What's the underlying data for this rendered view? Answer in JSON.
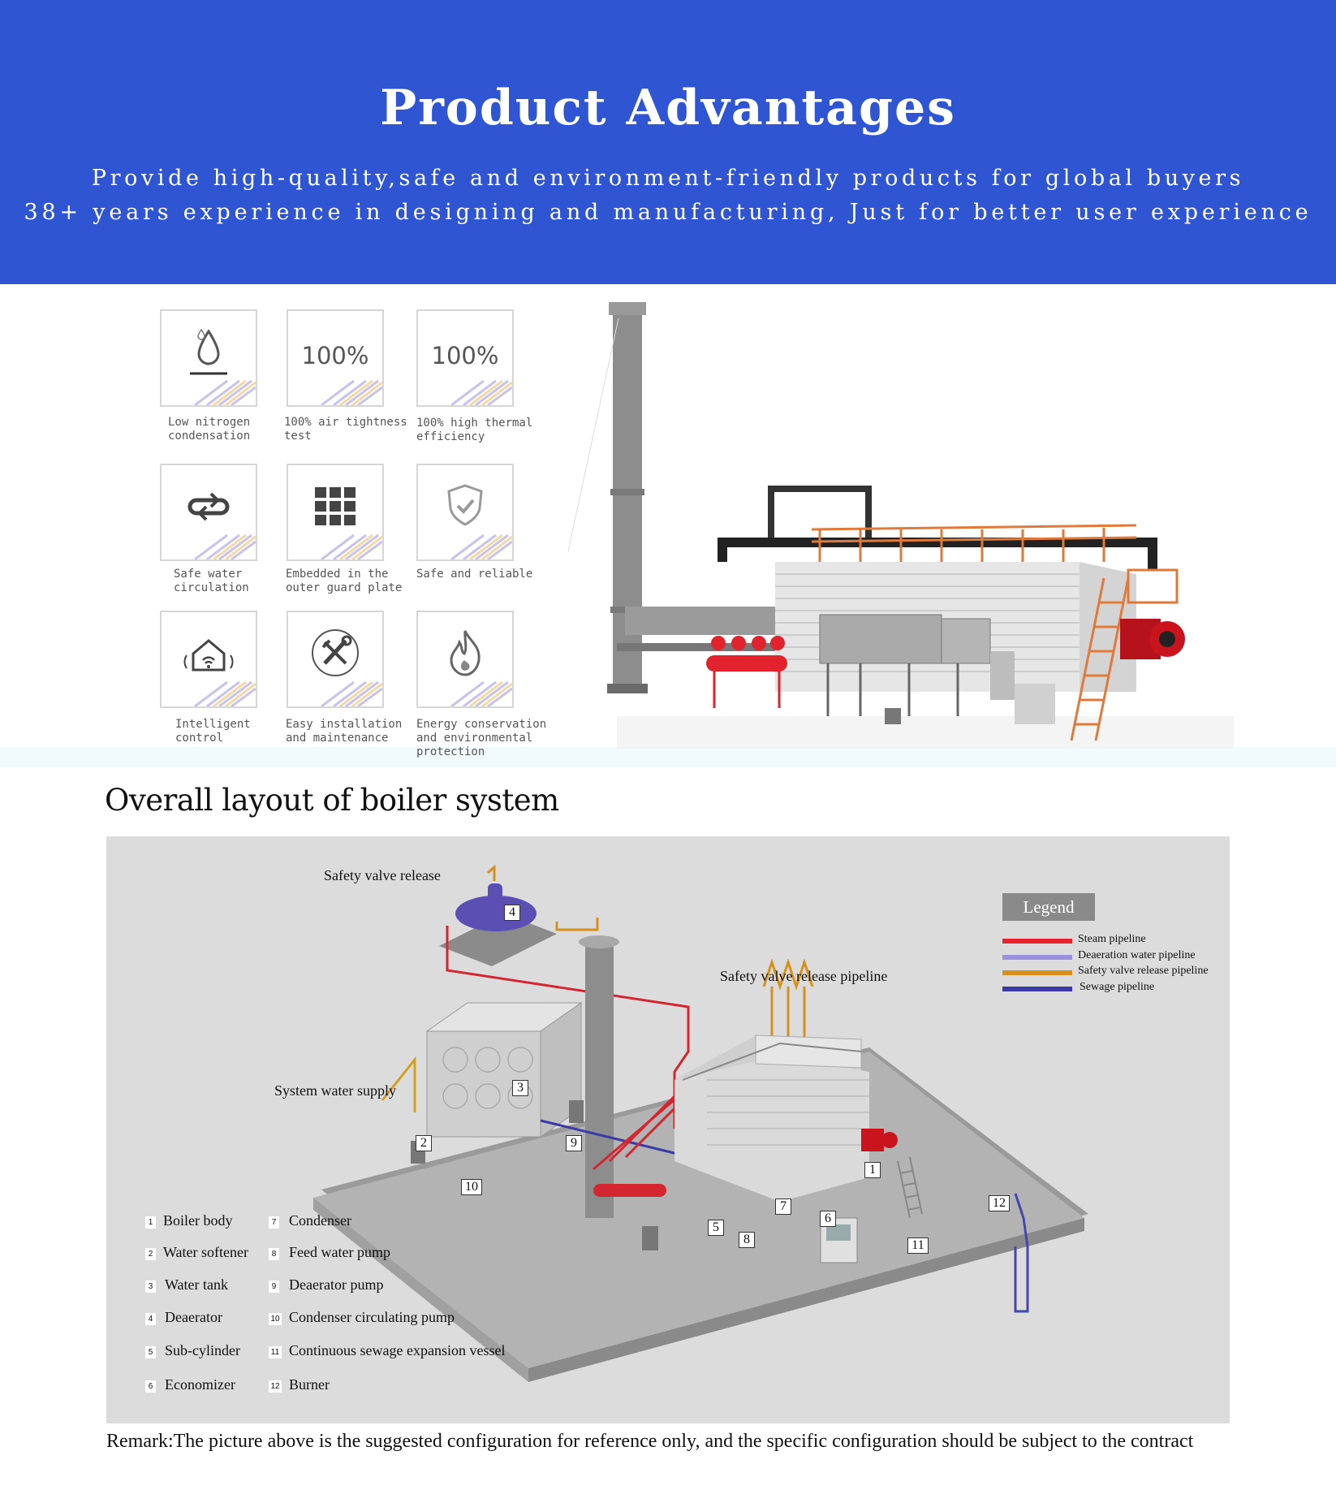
{
  "banner": {
    "title": "Product Advantages",
    "subtitle_1": "Provide high-quality,safe and environment-friendly products for global buyers",
    "subtitle_2": "38+ years experience in designing and manufacturing, Just for better user experience",
    "background_color": "#2f55d3"
  },
  "advantages": [
    {
      "icon": "water-drop-icon",
      "label": "Low nitrogen condensation"
    },
    {
      "icon": "percent-text-icon",
      "value_text": "100%",
      "label": "100% air tightness test"
    },
    {
      "icon": "percent-text-icon",
      "value_text": "100%",
      "label": "100% high thermal efficiency"
    },
    {
      "icon": "circulation-icon",
      "label": "Safe water circulation"
    },
    {
      "icon": "grid-plate-icon",
      "label": "Embedded in the outer guard plate"
    },
    {
      "icon": "shield-check-icon",
      "label": "Safe and reliable"
    },
    {
      "icon": "smart-home-icon",
      "label": "Intelligent control"
    },
    {
      "icon": "tools-icon",
      "label": "Easy installation and maintenance"
    },
    {
      "icon": "flame-icon",
      "label": "Energy conservation and environmental protection"
    }
  ],
  "layout": {
    "title": "Overall layout of boiler system",
    "callouts": {
      "safety_valve_release": "Safety valve release",
      "safety_valve_release_pipeline": "Safety valve release pipeline",
      "system_water_supply": "System water supply"
    },
    "legend": {
      "title": "Legend",
      "items": [
        {
          "label": "Steam pipeline",
          "color": "#e8232e"
        },
        {
          "label": "Deaeration water pipeline",
          "color": "#9b8fe0"
        },
        {
          "label": "Safety valve release pipeline",
          "color": "#d8901c"
        },
        {
          "label": "Sewage pipeline",
          "color": "#3b3aa8"
        }
      ]
    },
    "components": [
      {
        "num": "1",
        "name": "Boiler body"
      },
      {
        "num": "2",
        "name": "Water softener"
      },
      {
        "num": "3",
        "name": "Water tank"
      },
      {
        "num": "4",
        "name": "Deaerator"
      },
      {
        "num": "5",
        "name": "Sub-cylinder"
      },
      {
        "num": "6",
        "name": "Economizer"
      },
      {
        "num": "7",
        "name": "Condenser"
      },
      {
        "num": "8",
        "name": "Feed water pump"
      },
      {
        "num": "9",
        "name": "Deaerator pump"
      },
      {
        "num": "10",
        "name": "Condenser circulating pump"
      },
      {
        "num": "11",
        "name": "Continuous sewage expansion vessel"
      },
      {
        "num": "12",
        "name": "Burner"
      }
    ]
  },
  "remark": "Remark:The picture above is the suggested configuration for reference only, and the specific configuration should be subject to the contract"
}
